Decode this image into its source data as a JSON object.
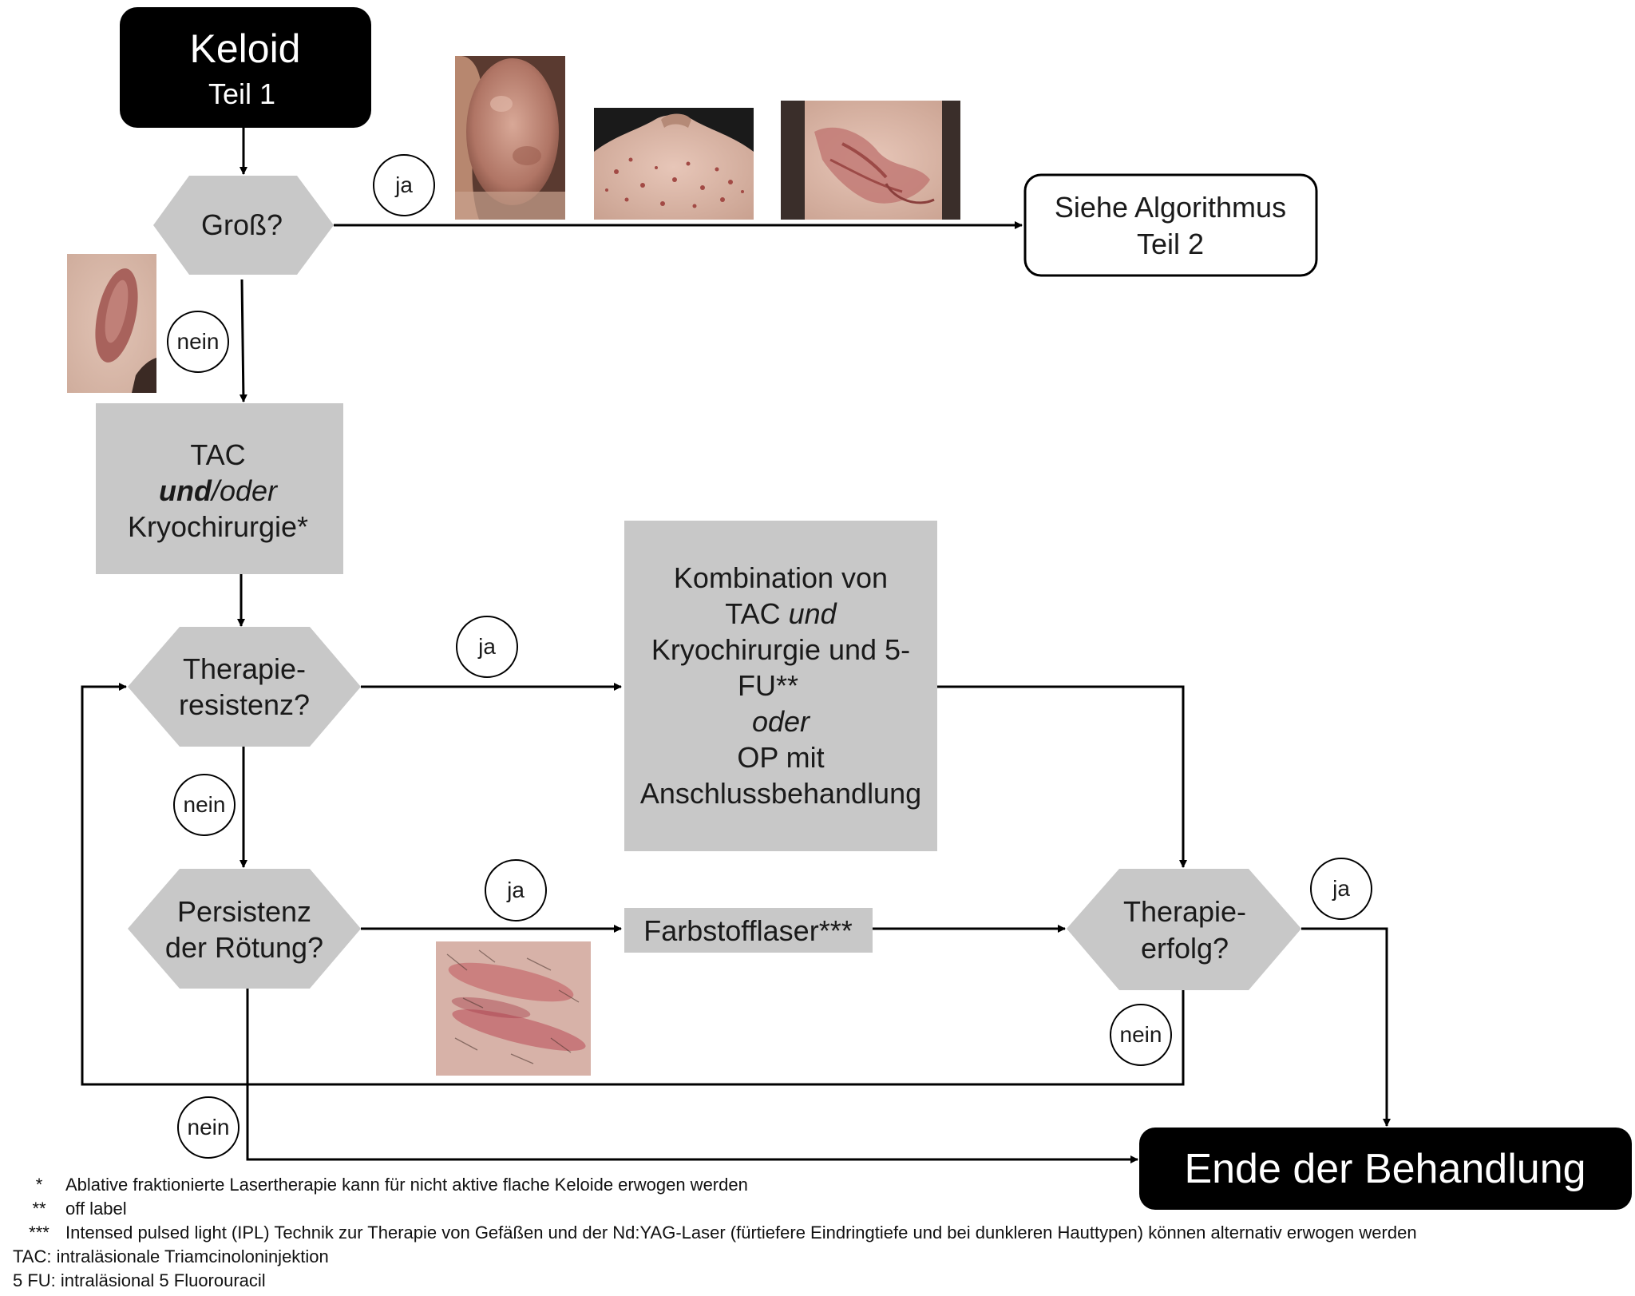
{
  "colors": {
    "black_box": "#000000",
    "grey_box": "#c8c8c8",
    "white_box": "#ffffff",
    "arrow": "#000000",
    "text_dark": "#1a1a1a",
    "text_light": "#ffffff"
  },
  "nodes": {
    "start": {
      "title": "Keloid",
      "subtitle": "Teil 1"
    },
    "q_gross": {
      "label": "Groß?"
    },
    "algo2": {
      "line1": "Siehe Algorithmus",
      "line2": "Teil 2"
    },
    "tac": {
      "line1": "TAC",
      "line2_bold": "und",
      "line2_rest": "/oder",
      "line3": "Kryochirurgie*"
    },
    "q_resistenz": {
      "line1": "Therapie-",
      "line2": "resistenz?"
    },
    "kombination": {
      "line1": "Kombination von",
      "line2_a": "TAC ",
      "line2_b": "und",
      "line3": "Kryochirurgie und 5-",
      "line4": "FU**",
      "line5": "oder",
      "line6": "OP mit",
      "line7": "Anschlussbehandlung"
    },
    "q_persistenz": {
      "line1": "Persistenz",
      "line2": "der Rötung?"
    },
    "farbstofflaser": {
      "label": "Farbstofflaser***"
    },
    "q_erfolg": {
      "line1": "Therapie-",
      "line2": "erfolg?"
    },
    "ende": {
      "label": "Ende der Behandlung"
    }
  },
  "edge_labels": {
    "gross_ja": "ja",
    "gross_nein": "nein",
    "resistenz_ja": "ja",
    "resistenz_nein": "nein",
    "persistenz_ja": "ja",
    "persistenz_nein": "nein",
    "erfolg_ja": "ja",
    "erfolg_nein": "nein"
  },
  "footnotes": [
    {
      "marker": "*",
      "text": "Ablative fraktionierte Lasertherapie kann für nicht aktive flache Keloide erwogen werden"
    },
    {
      "marker": "**",
      "text": "off label"
    },
    {
      "marker": "***",
      "text": "Intensed pulsed light (IPL) Technik zur Therapie von Gefäßen und der Nd:YAG-Laser (fürtiefere Eindringtiefe und bei dunkleren Hauttypen) können alternativ erwogen werden"
    }
  ],
  "abbreviations": [
    "TAC: intraläsionale Triamcinoloninjektion",
    "5 FU: intraläsional 5 Fluorouracil"
  ]
}
